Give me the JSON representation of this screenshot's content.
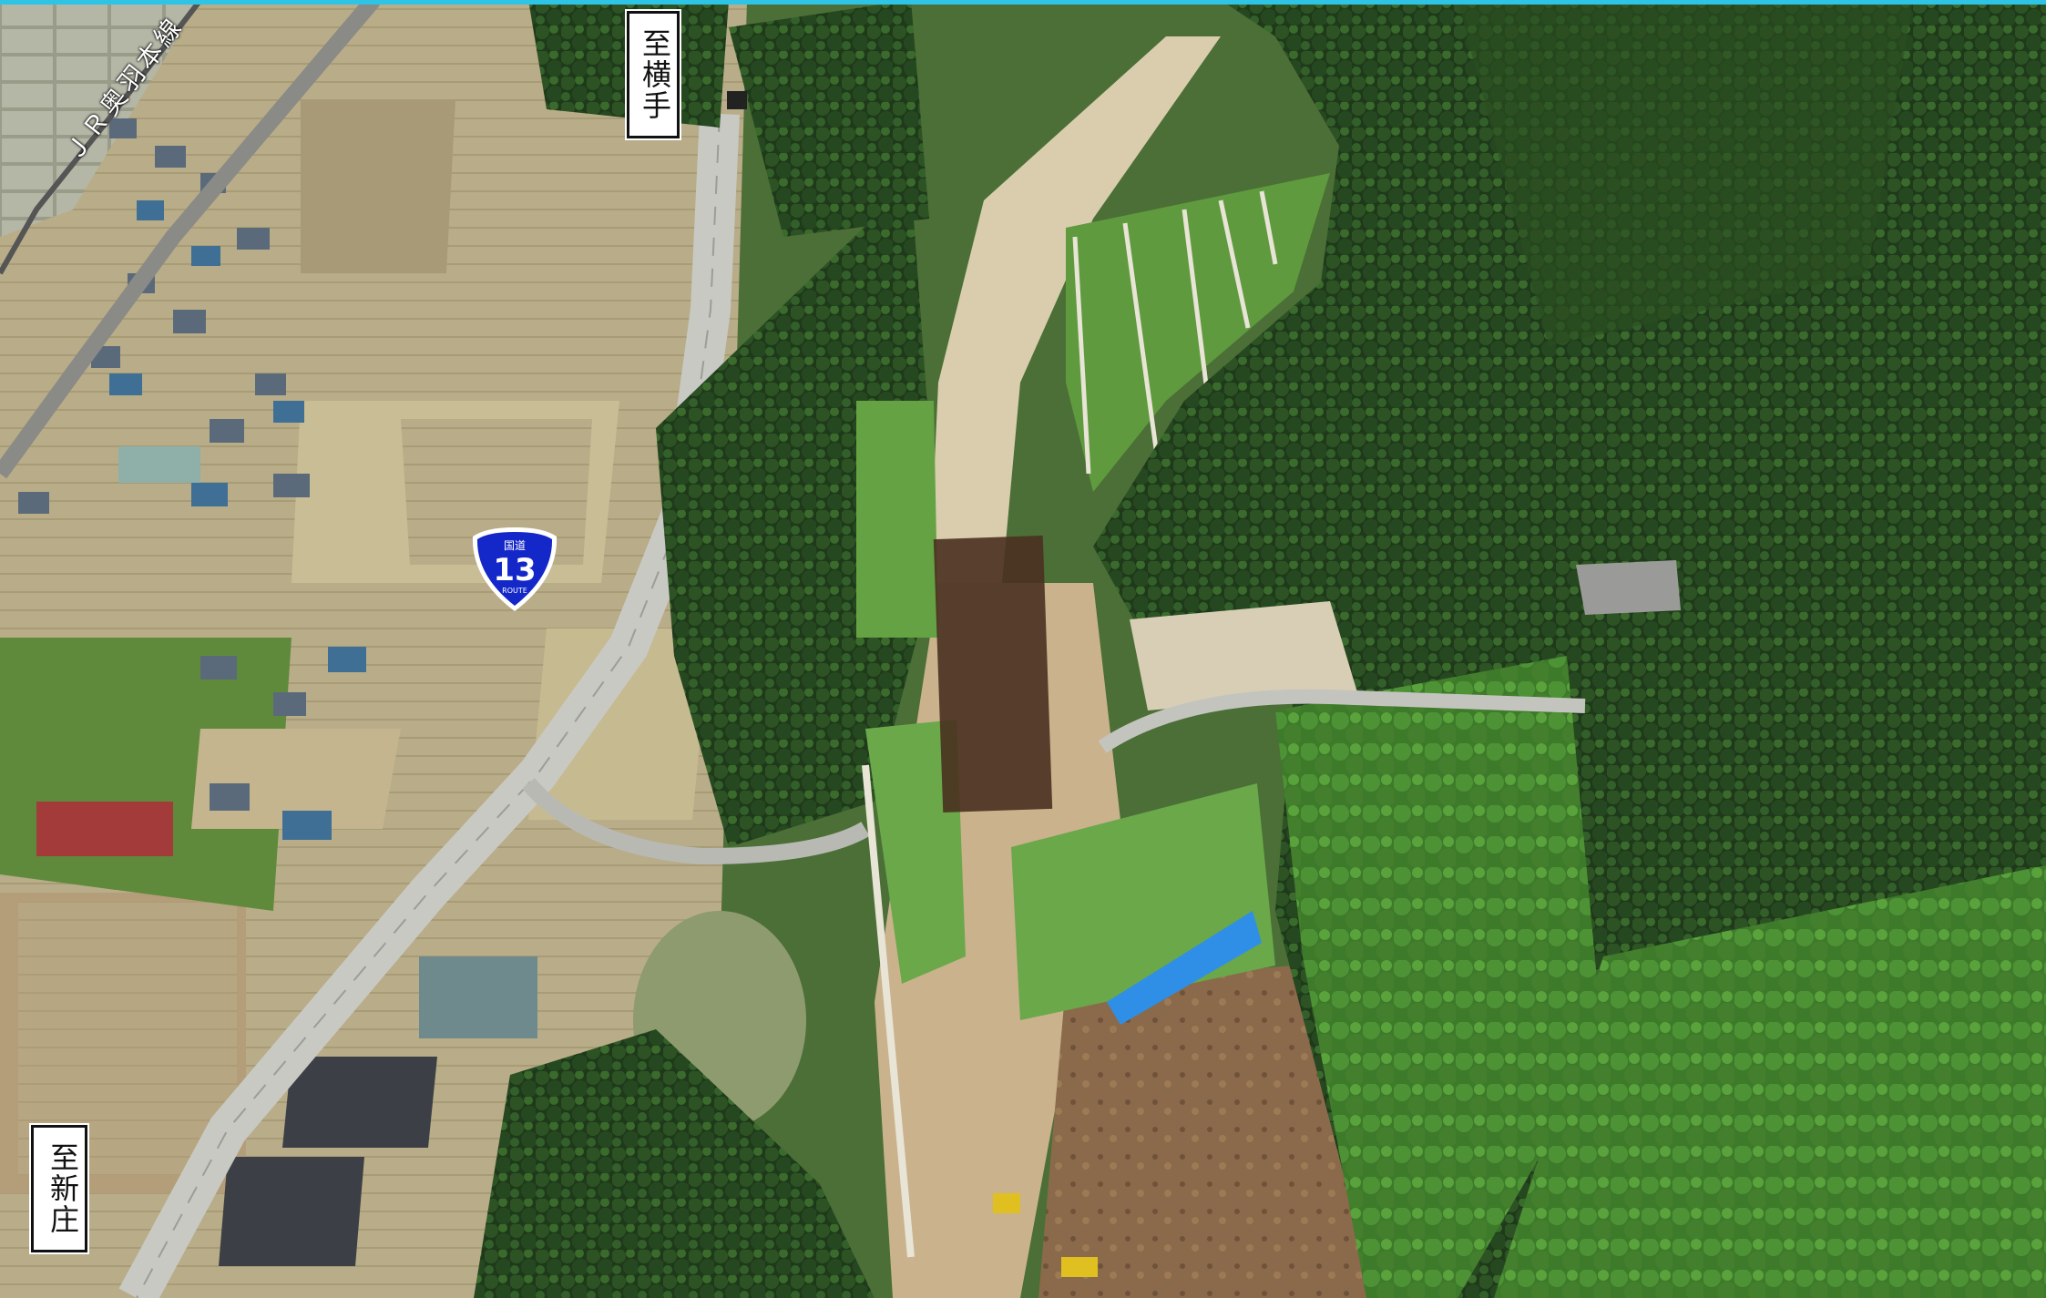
{
  "labels": {
    "north_destination": "至横手",
    "south_destination": "至新庄",
    "railway": "ＪＲ奥羽本線"
  },
  "route_shield": {
    "top_text": "国道",
    "number": "13",
    "bottom_text": "ROUTE"
  },
  "colors": {
    "top_bar": "#2ec4e6",
    "shield_fill": "#1427c8"
  }
}
